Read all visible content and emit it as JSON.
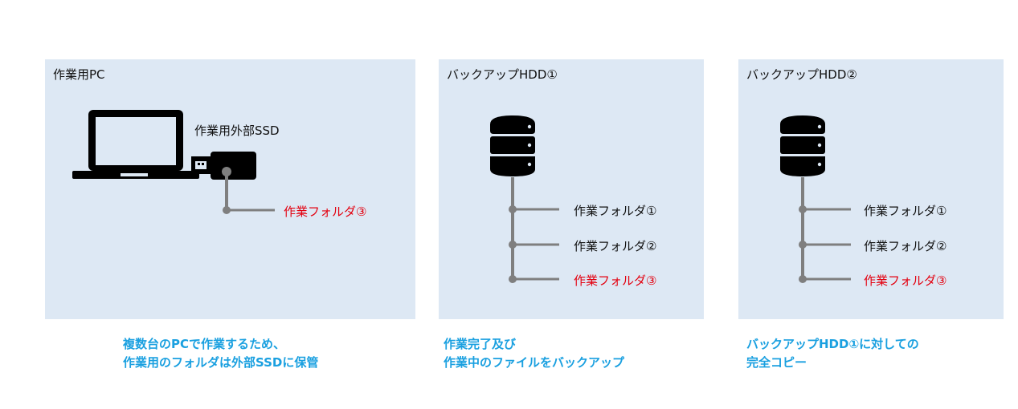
{
  "colors": {
    "panel_bg": "#dde8f4",
    "line": "#7f7f7f",
    "icon": "#000000",
    "highlight_text": "#e3000f",
    "caption": "#1aa0e0"
  },
  "panels": [
    {
      "title": "作業用PC",
      "icons": [
        "laptop-icon",
        "usb-ssd-icon"
      ],
      "device_label": "作業用外部SSD",
      "folders": [
        {
          "label": "作業フォルダ③",
          "highlight": true
        }
      ],
      "caption": [
        "複数台のPCで作業するため、",
        "作業用のフォルダは外部SSDに保管"
      ]
    },
    {
      "title": "バックアップHDD①",
      "icons": [
        "database-icon"
      ],
      "folders": [
        {
          "label": "作業フォルダ①",
          "highlight": false
        },
        {
          "label": "作業フォルダ②",
          "highlight": false
        },
        {
          "label": "作業フォルダ③",
          "highlight": true
        }
      ],
      "caption": [
        "作業完了及び",
        "作業中のファイルをバックアップ"
      ]
    },
    {
      "title": "バックアップHDD②",
      "icons": [
        "database-icon"
      ],
      "folders": [
        {
          "label": "作業フォルダ①",
          "highlight": false
        },
        {
          "label": "作業フォルダ②",
          "highlight": false
        },
        {
          "label": "作業フォルダ③",
          "highlight": true
        }
      ],
      "caption": [
        "バックアップHDD①に対しての",
        "完全コピー"
      ]
    }
  ]
}
